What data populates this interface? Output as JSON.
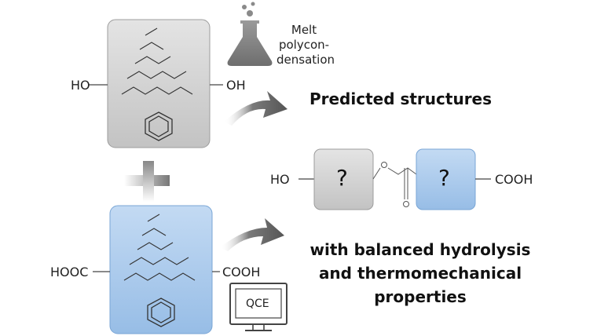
{
  "diol": {
    "left_group": "HO",
    "right_group": "OH"
  },
  "diacid": {
    "left_group": "HOOC",
    "right_group": "COOH"
  },
  "process_label": [
    "Melt",
    "polycon-",
    "densation"
  ],
  "qce_label": "QCE",
  "headline_top": "Predicted structures",
  "headline_bottom": [
    "with balanced hydrolysis",
    "and thermomechanical",
    "properties"
  ],
  "polymer": {
    "left_group": "HO",
    "right_group": "COOH",
    "unknown_left": "?",
    "unknown_right": "?"
  },
  "icons": [
    "flask-icon",
    "computer-monitor-icon",
    "benzene-ring-icon",
    "plus-icon",
    "curved-arrow-icon"
  ],
  "colors": {
    "diol_box": "#cfcfcf",
    "diacid_box": "#a9c8ea",
    "arrow": "#5f5f5f",
    "flask": "#777777"
  }
}
